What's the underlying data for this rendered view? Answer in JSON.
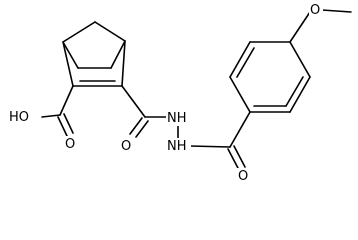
{
  "molecule": {
    "atoms": {
      "hydroxyl": "HO",
      "carbonyl_acid": "O",
      "carbonyl_amide": "O",
      "hydrazide_nh_1": "NH",
      "hydrazide_nh_2": "NH",
      "carbonyl_aroyl": "O",
      "methoxy_oxygen": "O"
    },
    "colors": {
      "bond": "#000000",
      "label": "#000000",
      "background": "#ffffff"
    }
  }
}
